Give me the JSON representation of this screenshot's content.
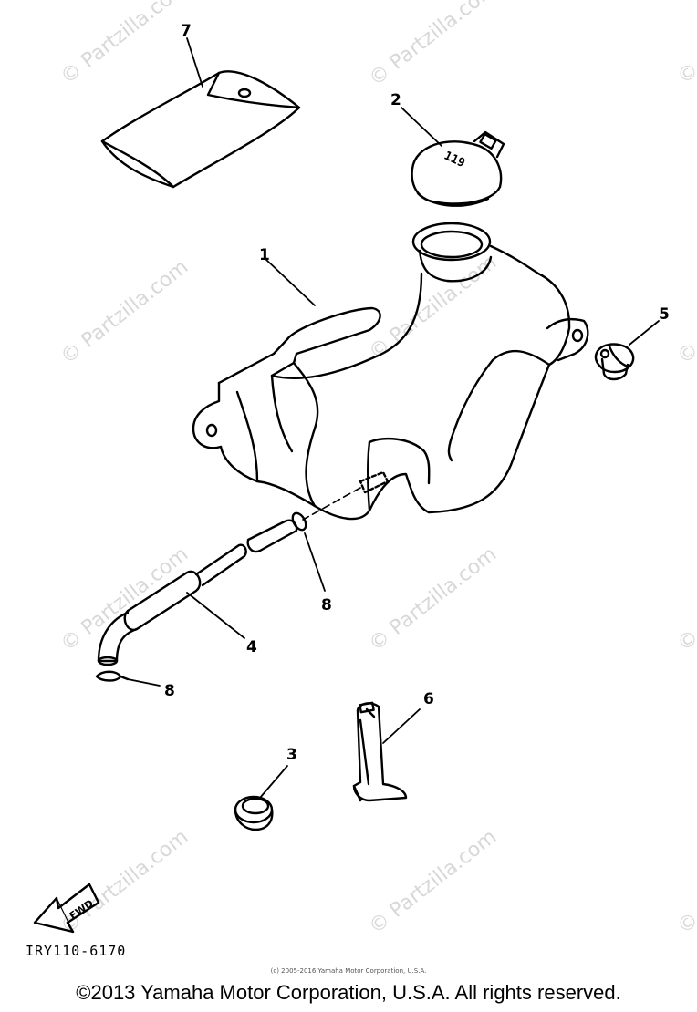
{
  "watermark": {
    "text": "© Partzilla.com"
  },
  "callouts": {
    "c1": "1",
    "c2": "2",
    "c3": "3",
    "c4": "4",
    "c5": "5",
    "c6": "6",
    "c7": "7",
    "c8a": "8",
    "c8b": "8"
  },
  "cap_marking": "119",
  "fwd_label": "FWD",
  "diagram_code": "IRY110-6170",
  "small_copyright": "(c) 2005-2016 Yamaha Motor Corporation, U.S.A.",
  "main_copyright": "©2013 Yamaha Motor Corporation, U.S.A. All rights reserved."
}
